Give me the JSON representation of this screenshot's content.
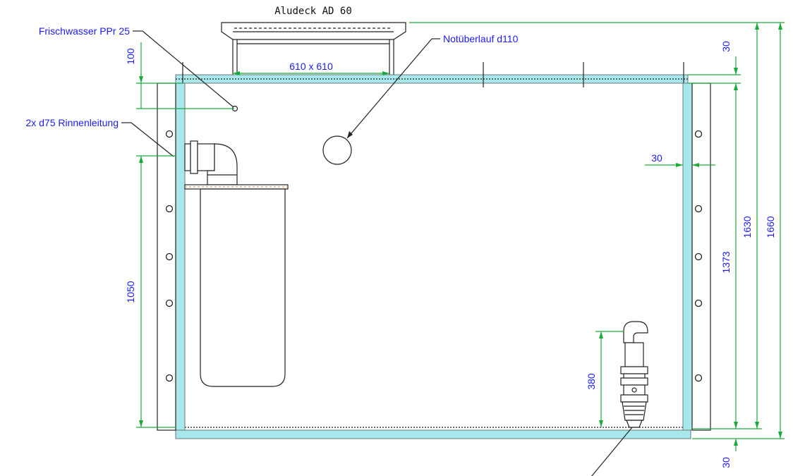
{
  "labels": {
    "cover": "Aludeck AD 60",
    "freshwater": "Frischwasser PPr 25",
    "overflow": "Notüberlauf d110",
    "gutter": "2x d75 Rinnenleitung",
    "opening": "610  x  610"
  },
  "dimensions": {
    "top_offset": "100",
    "top_wall": "30",
    "bottom_wall": "30",
    "wall_thickness": "30",
    "inner_height": "1630",
    "outer_height": "1660",
    "pipe_height": "1373",
    "inlet_height": "1050",
    "suction_height": "380"
  },
  "colors": {
    "dimension": "#1aaa3a",
    "text": "#1a1aff",
    "wall_fill": "#a8e8ec"
  }
}
